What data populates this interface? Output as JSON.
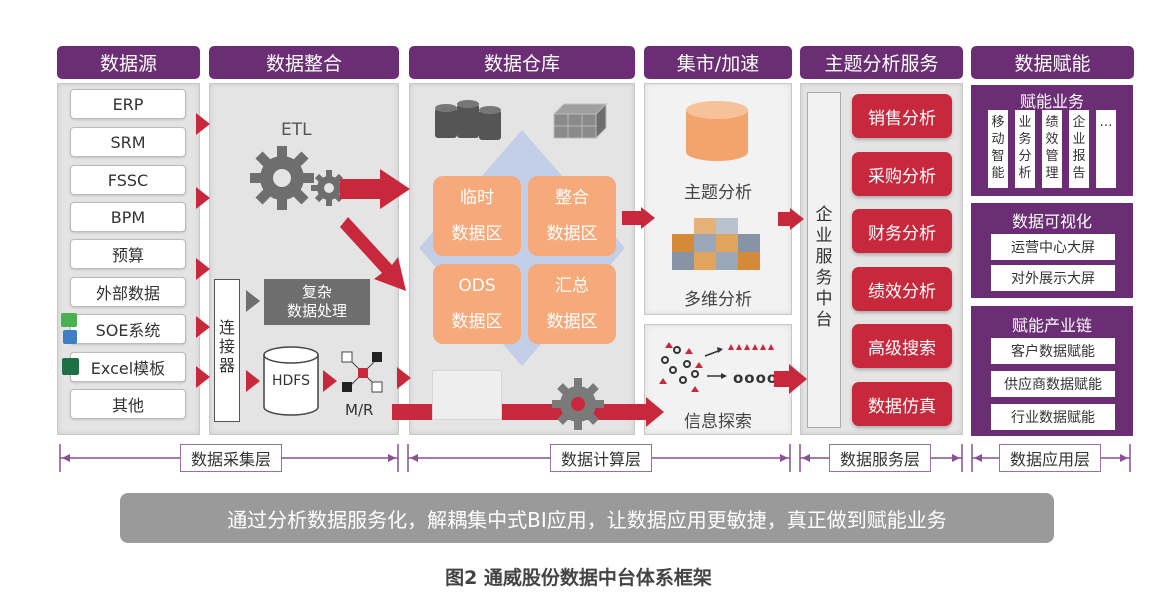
{
  "headers": [
    "数据源",
    "数据整合",
    "数据仓库",
    "集市/加速",
    "主题分析服务",
    "数据赋能"
  ],
  "sources": [
    "ERP",
    "SRM",
    "FSSC",
    "BPM",
    "预算",
    "外部数据",
    "SOE系统",
    "Excel模板",
    "其他"
  ],
  "integration": {
    "etl": "ETL",
    "connector": "连接器",
    "complex_line1": "复杂",
    "complex_line2": "数据处理",
    "hdfs": "HDFS",
    "mr": "M/R"
  },
  "warehouse": [
    {
      "line1": "临时",
      "line2": "数据区"
    },
    {
      "line1": "整合",
      "line2": "数据区"
    },
    {
      "line1": "ODS",
      "line2": "数据区"
    },
    {
      "line1": "汇总",
      "line2": "数据区"
    }
  ],
  "mart": {
    "topic": "主题分析",
    "multi": "多维分析",
    "info": "信息探索",
    "symbols": "oooo"
  },
  "service": {
    "middle": "企业服务中台",
    "items": [
      "销售分析",
      "采购分析",
      "财务分析",
      "绩效分析",
      "高级搜索",
      "数据仿真"
    ]
  },
  "empower": {
    "business_title": "赋能业务",
    "business_items": [
      "移动智能",
      "业务分析",
      "绩效管理",
      "企业报告",
      "…"
    ],
    "viz_title": "数据可视化",
    "viz_items": [
      "运营中心大屏",
      "对外展示大屏"
    ],
    "chain_title": "赋能产业链",
    "chain_items": [
      "客户数据赋能",
      "供应商数据赋能",
      "行业数据赋能"
    ]
  },
  "layers": [
    "数据采集层",
    "数据计算层",
    "数据服务层",
    "数据应用层"
  ],
  "banner": "通过分析数据服务化，解耦集中式BI应用，让数据应用更敏捷，真正做到赋能业务",
  "caption": "图2  通威股份数据中台体系框架",
  "colors": {
    "purple": "#6b2d74",
    "red": "#c8283c",
    "orange": "#f6a97a",
    "gray_banner": "#9a9a9a"
  }
}
